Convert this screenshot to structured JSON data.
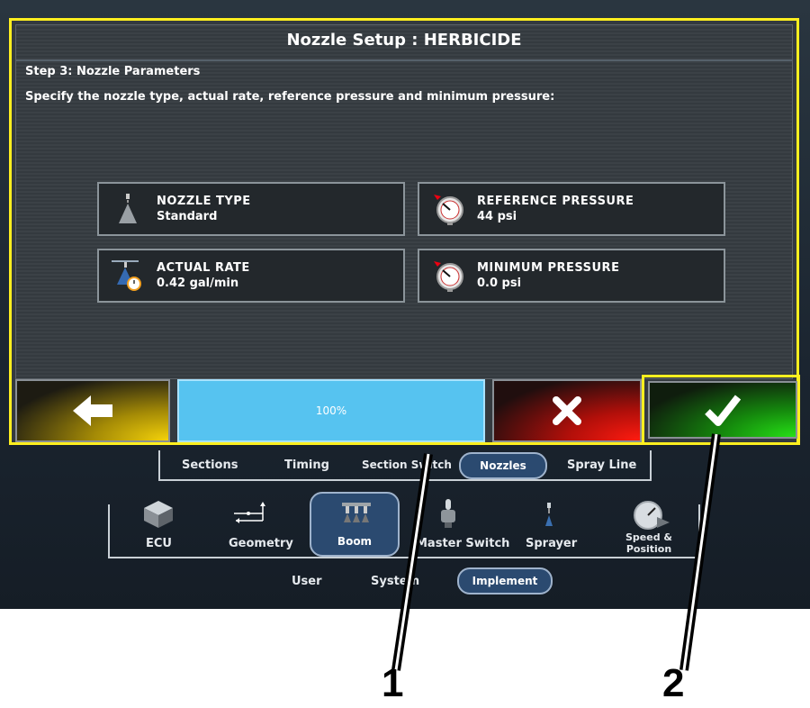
{
  "dialog": {
    "title": "Nozzle Setup : HERBICIDE",
    "step": "Step 3: Nozzle Parameters",
    "instruction": "Specify the nozzle type, actual rate, reference pressure and minimum pressure:",
    "params": {
      "nozzle_type": {
        "label": "NOZZLE TYPE",
        "value": "Standard",
        "icon": "nozzle-icon"
      },
      "reference_pressure": {
        "label": "REFERENCE PRESSURE",
        "value": "44 psi",
        "icon": "pressure-gauge-icon"
      },
      "actual_rate": {
        "label": "ACTUAL RATE",
        "value": "0.42 gal/min",
        "icon": "flow-rate-icon"
      },
      "minimum_pressure": {
        "label": "MINIMUM PRESSURE",
        "value": "0.0 psi",
        "icon": "pressure-gauge-icon"
      }
    },
    "footer": {
      "progress_text": "100%",
      "progress_value": 1.0,
      "back_icon": "arrow-left-icon",
      "cancel_icon": "x-icon",
      "confirm_icon": "checkmark-icon"
    }
  },
  "nav": {
    "tabs_row1": [
      "Sections",
      "Timing",
      "Section Switch",
      "Nozzles",
      "Spray Line"
    ],
    "tabs_row1_selected": "Nozzles",
    "row2": [
      {
        "label": "ECU",
        "icon": "ecu-icon"
      },
      {
        "label": "Geometry",
        "icon": "geometry-icon"
      },
      {
        "label": "Boom",
        "icon": "boom-icon"
      },
      {
        "label": "Master Switch",
        "icon": "master-switch-icon"
      },
      {
        "label": "Sprayer",
        "icon": "sprayer-icon"
      },
      {
        "label": "Speed &",
        "label2": "Position",
        "icon": "speedometer-icon"
      }
    ],
    "row2_selected": "Boom",
    "row3": [
      "User",
      "System",
      "Implement"
    ],
    "row3_selected": "Implement"
  },
  "callouts": [
    "1",
    "2"
  ],
  "colors": {
    "highlight": "#ffef1f",
    "progress": "#56c3f0",
    "back": "#f4d20a",
    "cancel": "#ff1b10",
    "confirm": "#26e016"
  }
}
